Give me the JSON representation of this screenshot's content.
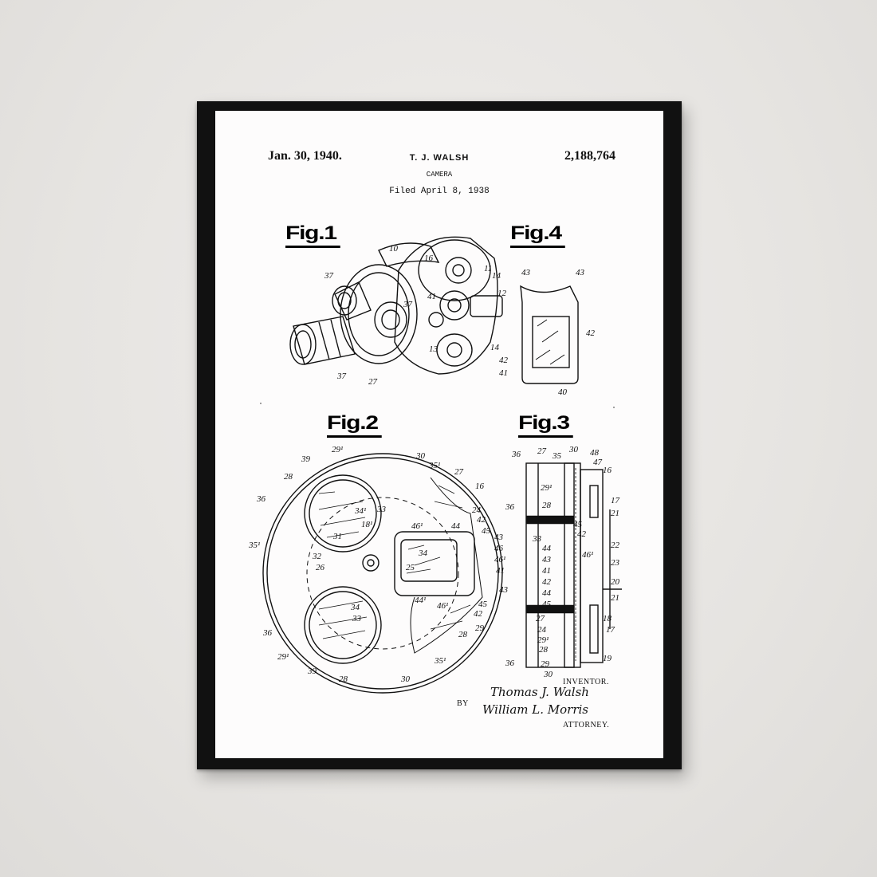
{
  "header": {
    "date": "Jan. 30, 1940.",
    "inventor": "T. J. WALSH",
    "patent_number": "2,188,764",
    "title": "CAMERA",
    "filed": "Filed April 8, 1938"
  },
  "figures": {
    "fig1": "Fig.1",
    "fig2": "Fig.2",
    "fig3": "Fig.3",
    "fig4": "Fig.4"
  },
  "signatures": {
    "inventor_label": "INVENTOR.",
    "inventor_name": "Thomas J. Walsh",
    "by_label": "BY",
    "attorney_name": "William L. Morris",
    "attorney_label": "ATTORNEY."
  }
}
